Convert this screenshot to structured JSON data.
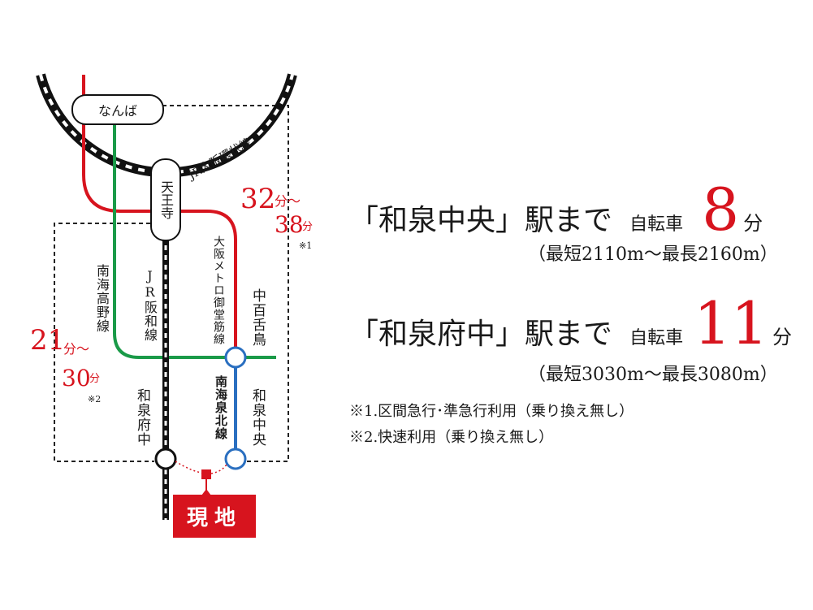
{
  "map": {
    "ring_label": "JR大阪環状線",
    "stations": {
      "namba": "なんば",
      "tennoji": "天王寺",
      "izumi_fuchu": "和泉府中",
      "izumi_chuo": "和泉中央",
      "nakamozu": "中百舌鳥"
    },
    "lines": {
      "nankai_koya": "南海高野線",
      "jr_hanwa": "JR阪和線",
      "osaka_metro_midosuji": "大阪メトロ御堂筋線",
      "nankai_senboku": "南海泉北線"
    },
    "times": {
      "red_from": "32",
      "red_to": "38",
      "red_unit1": "分～",
      "red_unit2": "分",
      "red_note": "※1",
      "black_from": "21",
      "black_to": "30",
      "black_unit1": "分～",
      "black_unit2": "分",
      "black_note": "※2"
    },
    "site_label": "現地"
  },
  "info": {
    "row1": {
      "station": "「和泉中央」駅まで",
      "mode": "自転車",
      "minutes": "8",
      "unit": "分",
      "range": "（最短2110m～最長2160m）"
    },
    "row2": {
      "station": "「和泉府中」駅まで",
      "mode": "自転車",
      "minutes": "11",
      "unit": "分",
      "range": "（最短3030m～最長3080m）"
    },
    "notes": [
      "※1.区間急行･準急行利用（乗り換え無し）",
      "※2.快速利用（乗り換え無し）"
    ]
  },
  "colors": {
    "red_line": "#d7141e",
    "green_line": "#1a9a48",
    "blue_line": "#2a6fc0",
    "jr_line": "#111111",
    "accent": "#d7141e"
  }
}
